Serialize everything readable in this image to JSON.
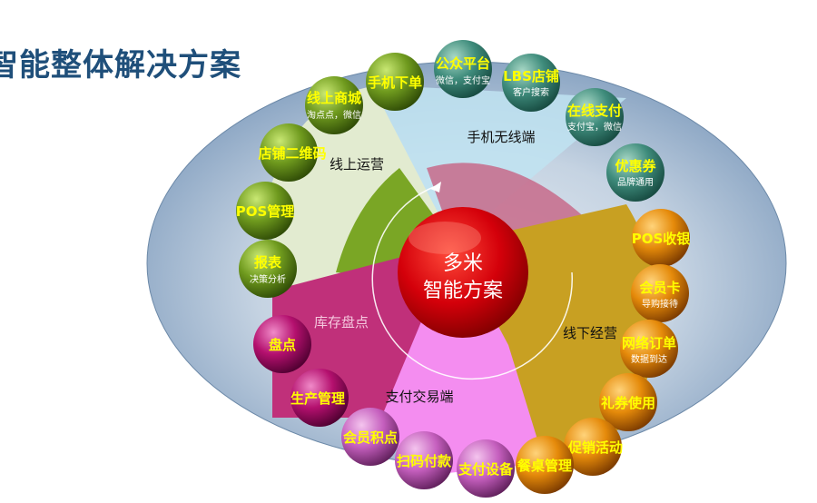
{
  "title": "智能整体解决方案",
  "center": {
    "line1": "多米",
    "line2": "智能方案"
  },
  "segments": {
    "mobile": "手机无线端",
    "online_ops": "线上运营",
    "offline": "线下经营",
    "inventory": "库存盘点",
    "payment": "支付交易端"
  },
  "nodes": {
    "mobile_order": {
      "label": "手机下单"
    },
    "public_platform": {
      "label": "公众平台",
      "sub": "微信，支付宝"
    },
    "lbs_store": {
      "label": "LBS店铺",
      "sub": "客户搜索"
    },
    "online_payment": {
      "label": "在线支付",
      "sub": "支付宝，微信"
    },
    "coupon": {
      "label": "优惠券",
      "sub": "品牌通用"
    },
    "online_mall": {
      "label": "线上商城",
      "sub": "淘点点，微信"
    },
    "store_qr": {
      "label": "店铺二维码"
    },
    "pos_manage": {
      "label": "POS管理"
    },
    "report": {
      "label": "报表",
      "sub": "决策分析"
    },
    "pos_cashier": {
      "label": "POS收银"
    },
    "member_card": {
      "label": "会员卡",
      "sub": "导购接待"
    },
    "network_order": {
      "label": "网络订单",
      "sub": "数据到达"
    },
    "gift_voucher": {
      "label": "礼券使用"
    },
    "promotion": {
      "label": "促销活动"
    },
    "stocktake": {
      "label": "盘点"
    },
    "production": {
      "label": "生产管理"
    },
    "member_points": {
      "label": "会员积点"
    },
    "scan_pay": {
      "label": "扫码付款"
    },
    "pay_device": {
      "label": "支付设备"
    },
    "table_manage": {
      "label": "餐桌管理"
    }
  },
  "colors": {
    "title": "#1f4f7a",
    "mobile_sector": "#bfe3f1",
    "online_sector": "#e2ebd0",
    "offline_sector": "#c8a022",
    "inventory_sector": "#c0307a",
    "payment_sector": "#f48df0",
    "node_label": "#ffff00"
  }
}
